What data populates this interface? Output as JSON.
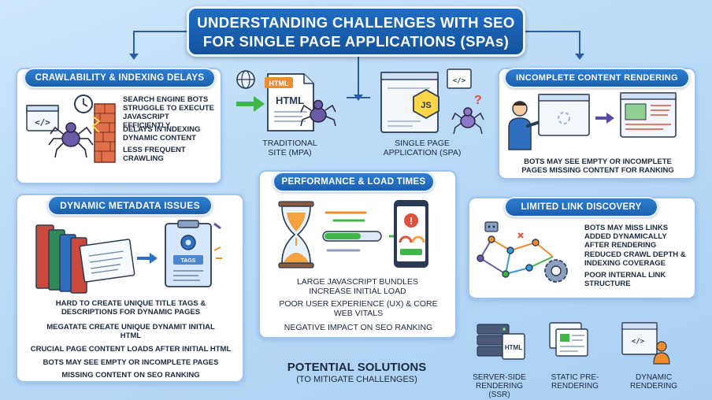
{
  "title": {
    "line1": "UNDERSTANDING CHALLENGES WITH SEO",
    "line2": "FOR SINGLE PAGE APPLICATIONS (SPAs)"
  },
  "crawl": {
    "heading": "CRAWLABILITY & INDEXING DELAYS",
    "bullets": [
      "SEARCH ENGINE BOTS STRUGGLE TO EXECUTE JAVASCRIPT EFFICIENTLY",
      "DELAYS IN INDEXING DYNAMIC CONTENT",
      "LESS FREQUENT CRAWLING"
    ]
  },
  "center": {
    "html_badge": "HTML",
    "html_page": "HTML",
    "js_badge": "JS",
    "code_glyph": "</>",
    "question": "?",
    "mpa_label": "TRADITIONAL SITE (MPA)",
    "spa_label": "SINGLE PAGE APPLICATION (SPA)"
  },
  "incomplete": {
    "heading": "INCOMPLETE CONTENT RENDERING",
    "text": "BOTS MAY SEE EMPTY OR INCOMPLETE PAGES MISSING CONTENT FOR RANKING"
  },
  "metadata": {
    "heading": "DYNAMIC METADATA ISSUES",
    "tag_label": "TAGS",
    "bullets": [
      "HARD TO CREATE UNIQUE TITLE TAGS & DESCRIPTIONS FOR DYNAMIC PAGES",
      "MEGATATE CREATE UNIQUE DYNAMIT INITIAL HTML",
      "CRUCIAL PAGE CONTENT LOADS AFTER INITIAL HTML",
      "BOTS MAY SEE EMPTY OR INCOMPLETE PAGES",
      "MISSING CONTENT ON SEO RANKING"
    ]
  },
  "performance": {
    "heading": "PERFORMANCE & LOAD TIMES",
    "alert": "!",
    "bullets": [
      "LARGE JAVASCRIPT BUNDLES INCREASE INITIAL LOAD",
      "POOR USER EXPERIENCE (UX) & CORE WEB VITALS",
      "NEGATIVE IMPACT ON SEO RANKING"
    ]
  },
  "links": {
    "heading": "LIMITED LINK DISCOVERY",
    "bullets": [
      "BOTS MAY MISS LINKS ADDED DYNAMICALLY AFTER RENDERING",
      "REDUCED CRAWL DEPTH & INDEXING COVERAGE",
      "POOR INTERNAL LINK STRUCTURE"
    ]
  },
  "solutions": {
    "heading": "POTENTIAL SOLUTIONS",
    "subheading": "(TO MITIGATE CHALLENGES)",
    "html_badge": "HTML",
    "code_glyph": "</>",
    "items": [
      "SERVER-SIDE RENDERING (SSR)",
      "STATIC PRE-RENDERING",
      "DYNAMIC RENDERING"
    ]
  },
  "colors": {
    "primary": "#1f6cc2",
    "accent_green": "#3fb54a",
    "accent_orange": "#f08c2a",
    "spider": "#6a5aa8"
  }
}
